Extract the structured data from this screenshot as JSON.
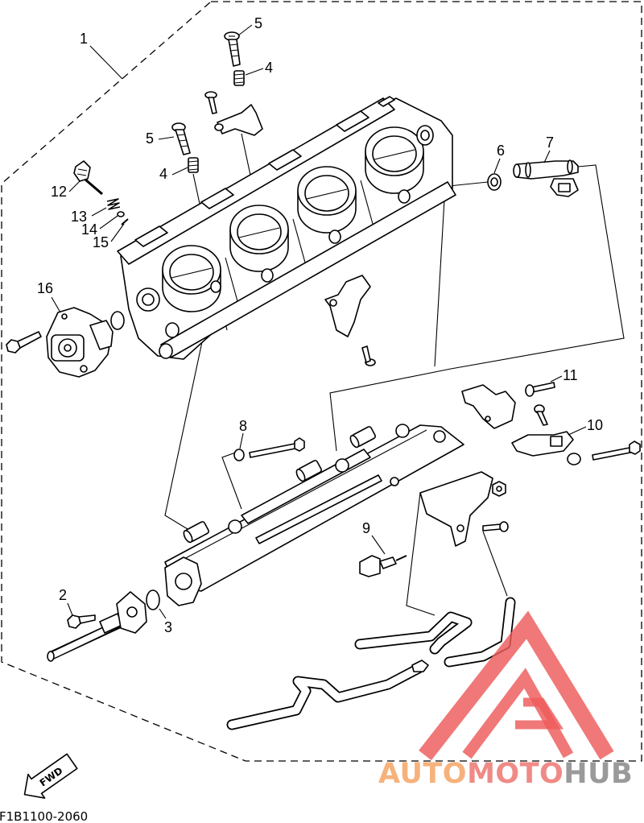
{
  "diagram": {
    "callouts": [
      "1",
      "5",
      "4",
      "5",
      "4",
      "6",
      "7",
      "12",
      "13",
      "14",
      "15",
      "16",
      "11",
      "8",
      "10",
      "9",
      "2",
      "3"
    ],
    "fwd_label": "FWD",
    "figure_code": "F1B1100-2060",
    "line_color": "#000000"
  },
  "watermark": {
    "parts": [
      {
        "text": "AUTO",
        "color": "#f6b27c"
      },
      {
        "text": "MOTO",
        "color": "#f08a86"
      },
      {
        "text": "HUB",
        "color": "#9a9a9a"
      }
    ],
    "logo_color": "#ee5a5a"
  }
}
